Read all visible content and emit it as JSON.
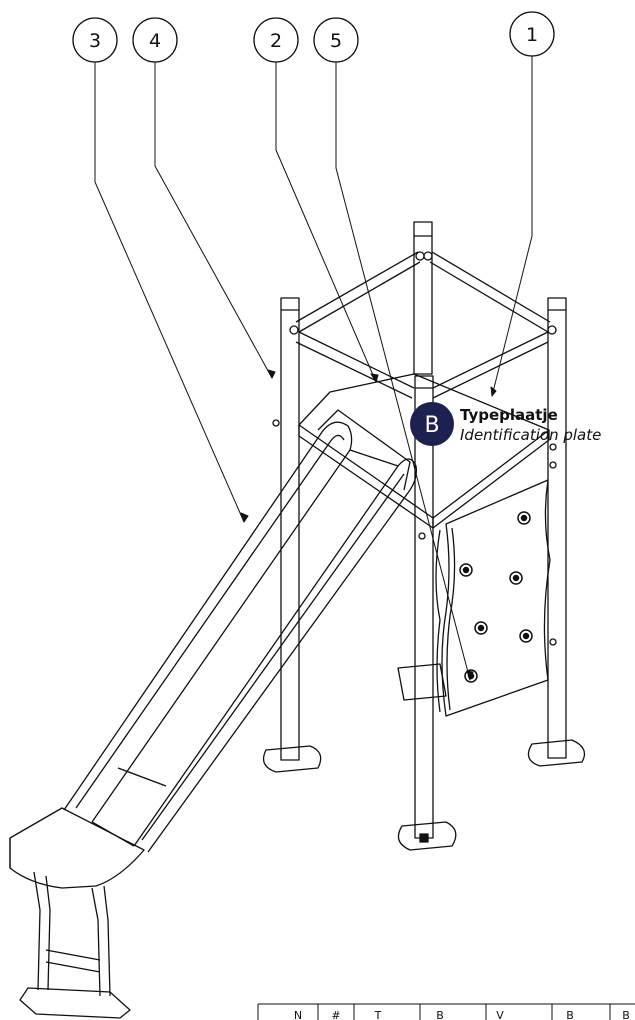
{
  "callouts": [
    {
      "number": "3"
    },
    {
      "number": "4"
    },
    {
      "number": "2"
    },
    {
      "number": "5"
    },
    {
      "number": "1"
    }
  ],
  "marker": {
    "letter": "B",
    "color": "#1d2150"
  },
  "plate": {
    "title": "Typeplaatje",
    "subtitle": "Identification plate"
  },
  "table_header": [
    "N",
    "#",
    "T",
    "B",
    "V",
    "B",
    "B"
  ]
}
